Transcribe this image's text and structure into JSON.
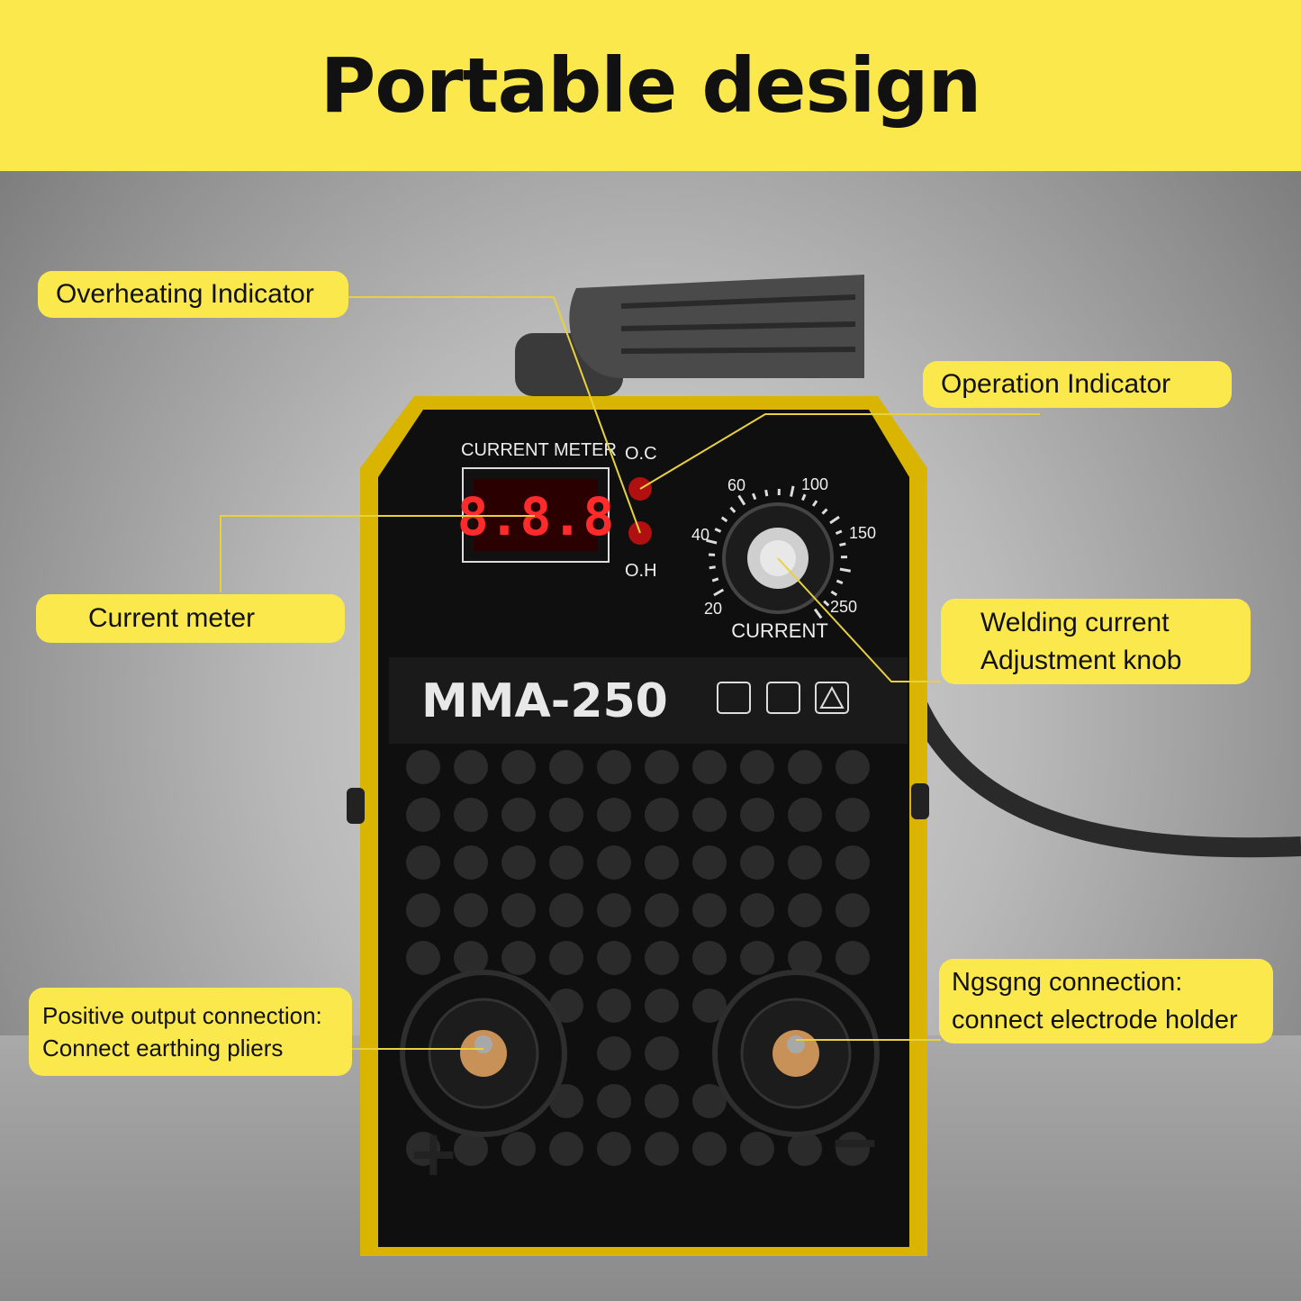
{
  "header": {
    "title": "Portable design"
  },
  "device": {
    "meter_title": "CURRENT METER",
    "display_value": "8.8.8",
    "indicator_top_label": "O.C",
    "indicator_bottom_label": "O.H",
    "scale_labels": [
      "20",
      "40",
      "60",
      "100",
      "150",
      "250"
    ],
    "knob_label": "CURRENT",
    "model": "MMA-250",
    "plus_sign": "+",
    "minus_sign": "−"
  },
  "callouts": {
    "overheating": "Overheating Indicator",
    "operation": "Operation Indicator",
    "current_meter": "Current meter",
    "welding_line1": "Welding current",
    "welding_line2": "Adjustment knob",
    "positive_line1": "Positive output connection:",
    "positive_line2": "Connect earthing pliers",
    "negative_line1": "Ngsgng connection:",
    "negative_line2": "connect electrode holder"
  },
  "colors": {
    "accent": "#fbe84d",
    "device_body": "#0f0f0f",
    "display_red": "#ff2b2b"
  }
}
